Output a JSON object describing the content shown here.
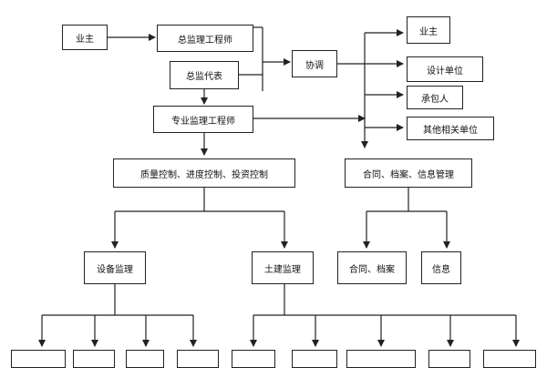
{
  "nodes": {
    "owner": "业主",
    "chief_engineer": "总监理工程师",
    "chief_rep": "总监代表",
    "coordination": "协调",
    "owner_right": "业主",
    "design_unit": "设计单位",
    "contractor": "承包人",
    "other_units": "其他相关单位",
    "specialty_engineer": "专业监理工程师",
    "control_tasks": "质量控制、进度控制、投资控制",
    "info_management": "合同、档案、信息管理",
    "equipment_supervision": "设备监理",
    "civil_supervision": "土建监理",
    "contract_archive": "合同、档案",
    "information": "信息",
    "bottom_1": "",
    "bottom_2": "",
    "bottom_3": "",
    "bottom_4": "",
    "bottom_5": "",
    "bottom_6": "",
    "bottom_7": "",
    "bottom_8": "",
    "bottom_9": ""
  },
  "colors": {
    "line": "#222222",
    "border": "#222222",
    "background": "#ffffff"
  }
}
